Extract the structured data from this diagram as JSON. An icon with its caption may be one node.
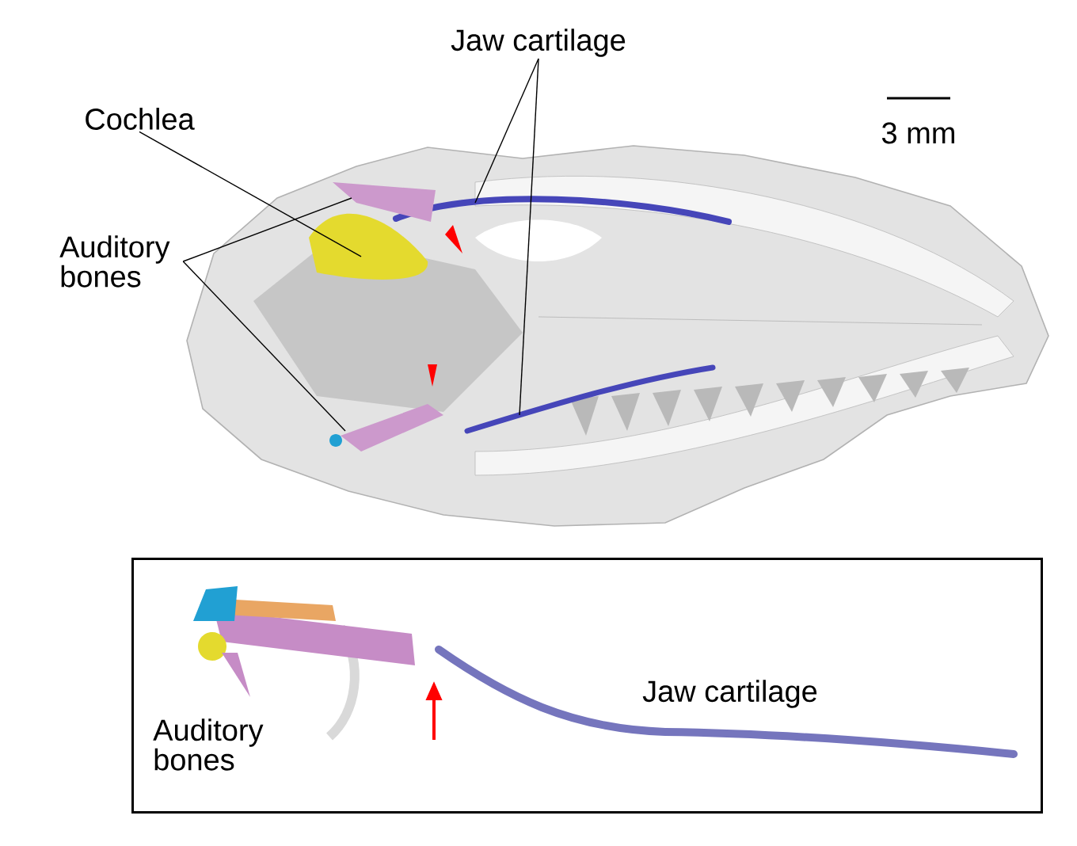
{
  "diagram": {
    "nodes": [
      {
        "text": [
          "Jaw cartilage"
        ]
      },
      {
        "text": [
          "Cochlea"
        ]
      },
      {
        "text": [
          "Auditory bones"
        ]
      },
      {
        "text": [],
        "shape": "box"
      },
      {
        "text": [
          "Auditory bones"
        ],
        "in": 3
      },
      {
        "text": [
          "Jaw cartilage"
        ],
        "in": 3
      }
    ],
    "edges": [
      {
        "from": 0,
        "to": null,
        "arrow": "none"
      },
      {
        "from": 0,
        "to": null,
        "arrow": "none"
      },
      {
        "from": 1,
        "to": null,
        "arrow": "none"
      },
      {
        "from": 2,
        "to": null,
        "arrow": "none"
      },
      {
        "from": 2,
        "to": null,
        "arrow": "none"
      }
    ],
    "labels": [
      "3 mm"
    ]
  }
}
